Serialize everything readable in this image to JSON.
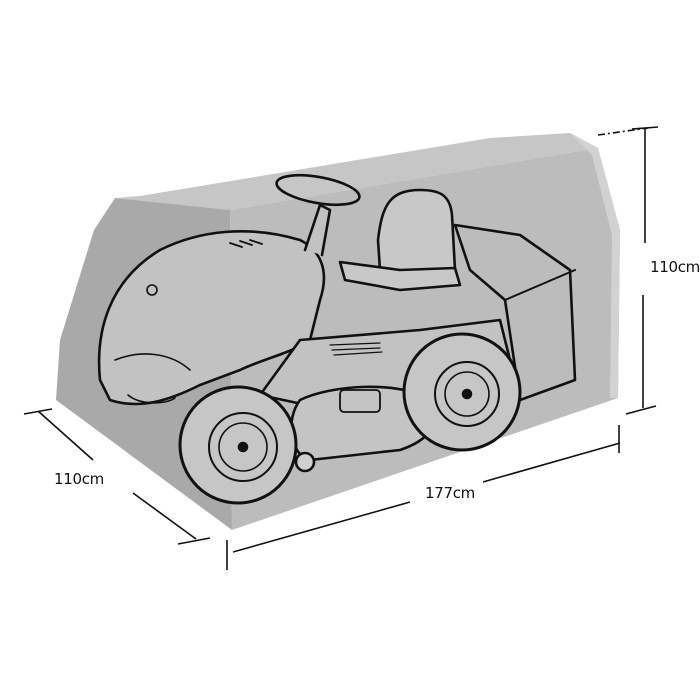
{
  "product": {
    "subject": "Ride-on lawn mower cover",
    "illustration": "Riding mower line drawing inside grey cover box"
  },
  "dimensions": {
    "height": "110cm",
    "depth": "110cm",
    "width": "177cm"
  },
  "colors": {
    "background": "#ffffff",
    "cover_top": "#c9c9c9",
    "cover_front": "#bdbdbd",
    "cover_side_left": "#a8a8a8",
    "cover_side_right": "#cfcfcf",
    "outline": "#111111",
    "dimension_line": "#111111"
  }
}
